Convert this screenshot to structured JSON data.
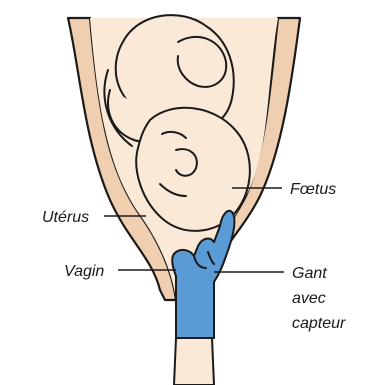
{
  "labels": {
    "foetus": "Fœtus",
    "uterus": "Utérus",
    "vagin": "Vagin",
    "gant_line1": "Gant",
    "gant_line2": "avec",
    "gant_line3": "capteur"
  },
  "colors": {
    "skin": "#fbe9d7",
    "uterus_wall": "#f0cfb0",
    "glove": "#5b9bd5",
    "outline": "#1a1a1a"
  }
}
